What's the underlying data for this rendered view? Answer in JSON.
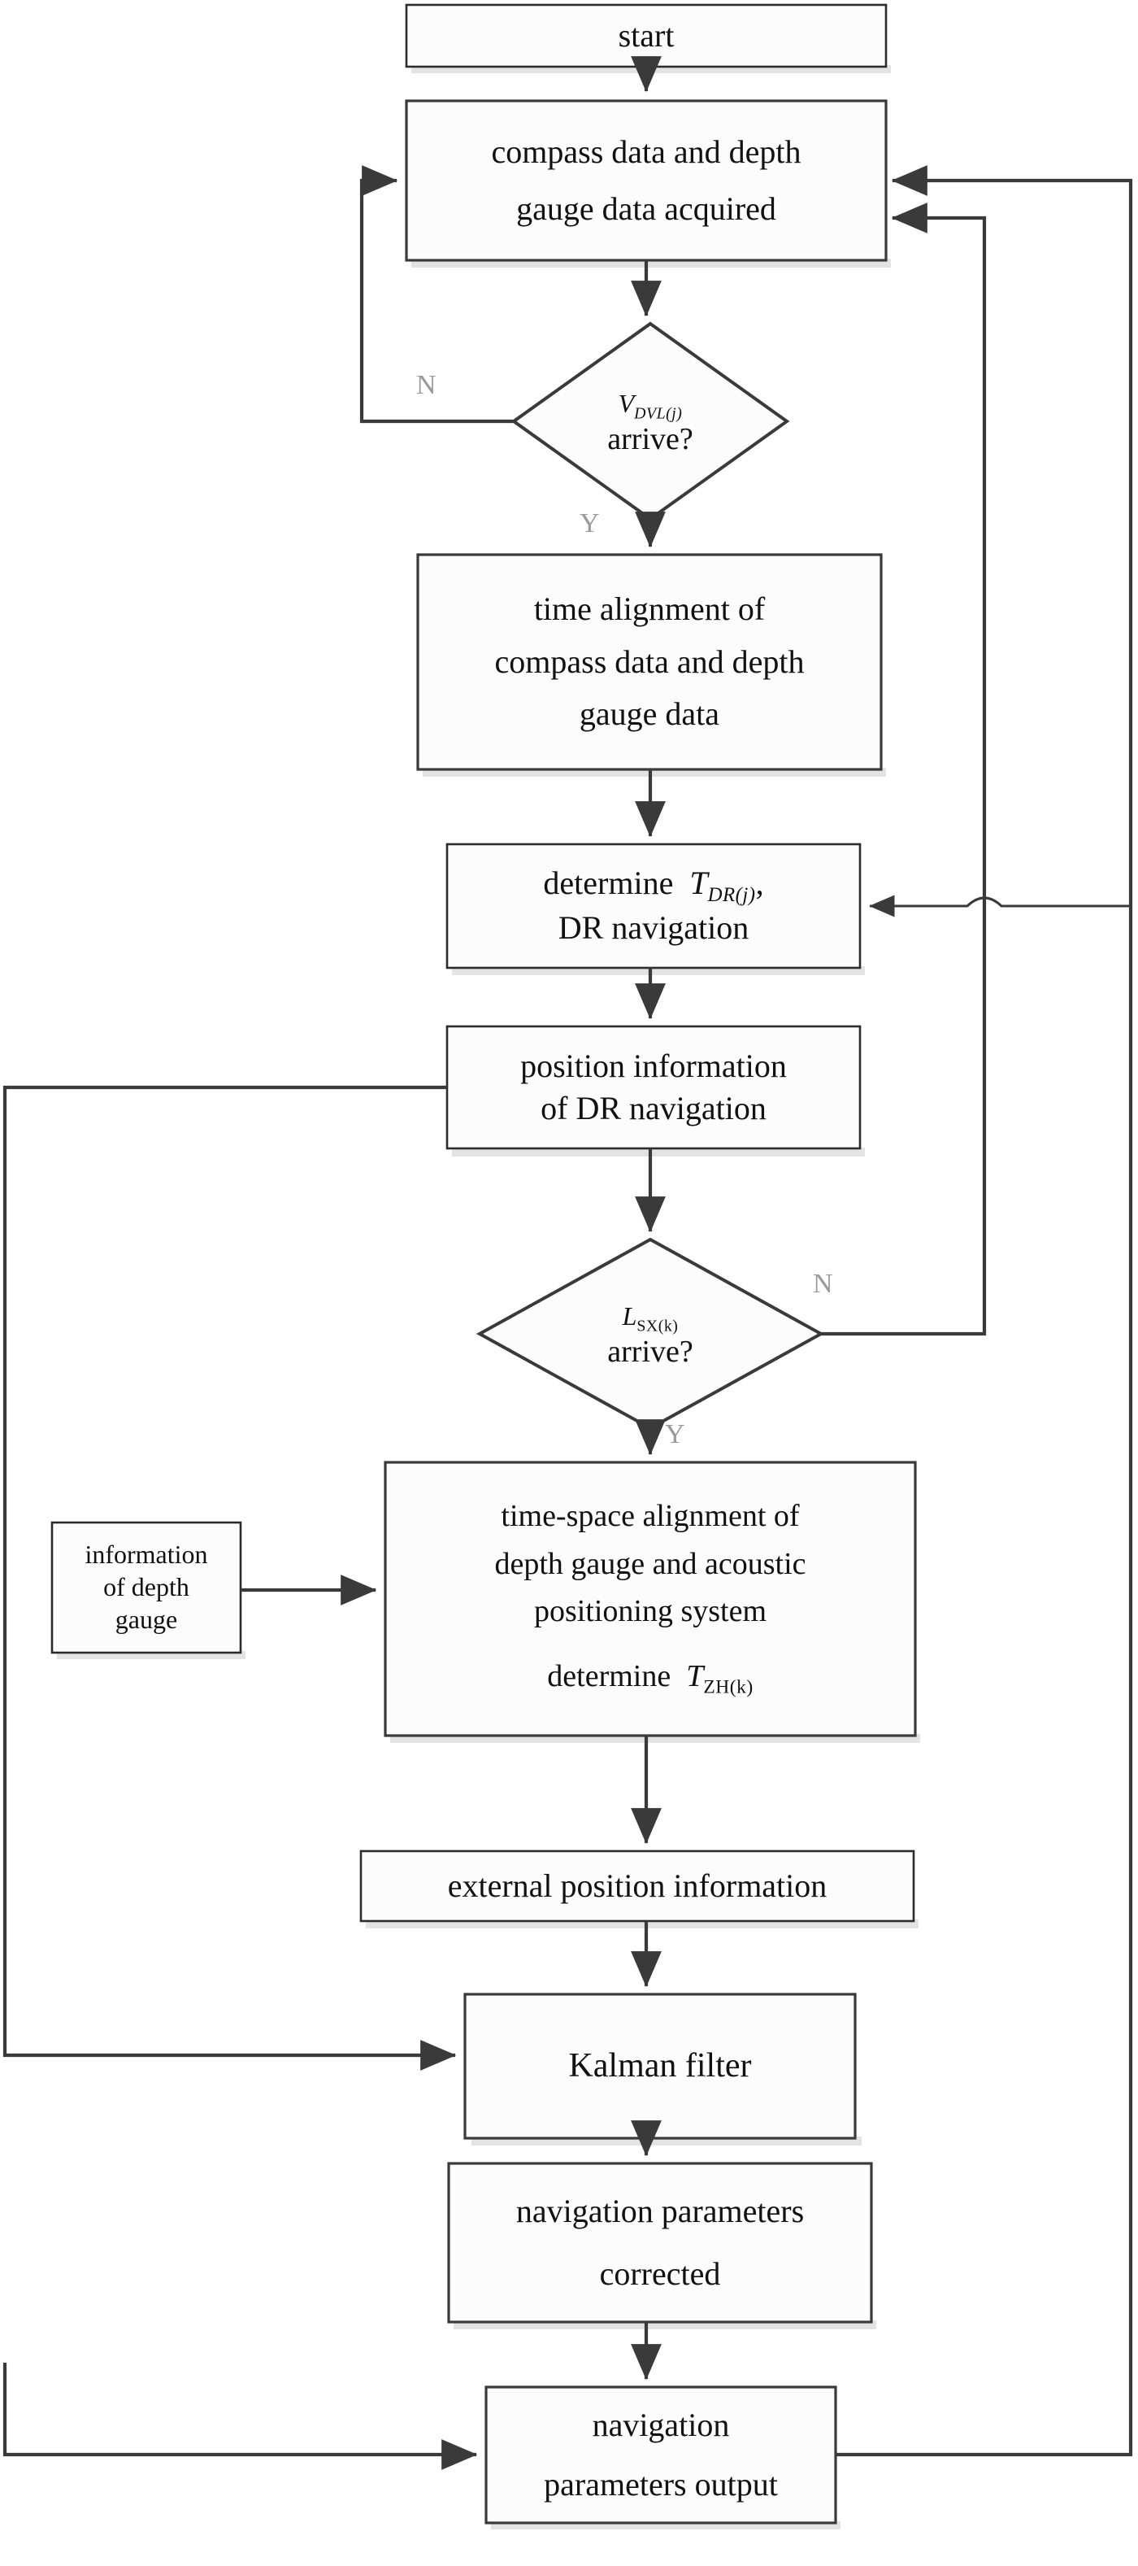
{
  "diagram": {
    "title": "AUV integrated navigation flowchart",
    "colors": {
      "stroke": "#3a3a3a",
      "fill": "#fcfcfc",
      "shadow": "#e3e3e3",
      "branch_label": "#9a9a9a",
      "text": "#111111"
    },
    "nodes": {
      "start": {
        "id": "start",
        "shape": "process",
        "lines": [
          "start"
        ]
      },
      "acquire": {
        "id": "acquire",
        "shape": "process",
        "lines": [
          "compass data and depth",
          "gauge data acquired"
        ]
      },
      "decision_dvl": {
        "id": "decision_dvl",
        "shape": "decision",
        "symbol": "V",
        "subscript": "DVL(j)",
        "lines": [
          "arrive?"
        ]
      },
      "time_align": {
        "id": "time_align",
        "shape": "process",
        "lines": [
          "time alignment of",
          "compass data and depth",
          "gauge data"
        ]
      },
      "determine_dr": {
        "id": "determine_dr",
        "shape": "process",
        "lines": [
          "determine",
          "DR navigation"
        ],
        "symbol": "T",
        "subscript": "DR(j)",
        "trailing": ","
      },
      "position_dr": {
        "id": "position_dr",
        "shape": "process",
        "lines": [
          "position information",
          "of DR navigation"
        ]
      },
      "decision_lsx": {
        "id": "decision_lsx",
        "shape": "decision",
        "symbol": "L",
        "subscript": "SX(k)",
        "lines": [
          "arrive?"
        ]
      },
      "depth_gauge_info": {
        "id": "depth_gauge_info",
        "shape": "process",
        "lines": [
          "information",
          "of depth",
          "gauge"
        ]
      },
      "ts_align": {
        "id": "ts_align",
        "shape": "process",
        "lines": [
          "time-space alignment of",
          "depth gauge and acoustic",
          "positioning system",
          "determine"
        ],
        "symbol": "T",
        "subscript": "ZH(k)"
      },
      "external_pos": {
        "id": "external_pos",
        "shape": "process",
        "lines": [
          "external position information"
        ]
      },
      "kalman": {
        "id": "kalman",
        "shape": "process",
        "lines": [
          "Kalman filter"
        ]
      },
      "nav_corrected": {
        "id": "nav_corrected",
        "shape": "process",
        "lines": [
          "navigation parameters",
          "corrected"
        ]
      },
      "nav_output": {
        "id": "nav_output",
        "shape": "process",
        "lines": [
          "navigation",
          "parameters output"
        ]
      }
    },
    "branch_labels": {
      "dvl_no": "N",
      "dvl_yes": "Y",
      "lsx_no": "N",
      "lsx_yes": "Y"
    },
    "edges": [
      {
        "from": "start",
        "to": "acquire",
        "label": ""
      },
      {
        "from": "acquire",
        "to": "decision_dvl",
        "label": ""
      },
      {
        "from": "decision_dvl",
        "to": "acquire",
        "label": "N"
      },
      {
        "from": "decision_dvl",
        "to": "time_align",
        "label": "Y"
      },
      {
        "from": "time_align",
        "to": "determine_dr",
        "label": ""
      },
      {
        "from": "determine_dr",
        "to": "position_dr",
        "label": ""
      },
      {
        "from": "position_dr",
        "to": "decision_lsx",
        "label": ""
      },
      {
        "from": "decision_lsx",
        "to": "acquire",
        "label": "N"
      },
      {
        "from": "decision_lsx",
        "to": "ts_align",
        "label": "Y"
      },
      {
        "from": "depth_gauge_info",
        "to": "ts_align",
        "label": ""
      },
      {
        "from": "ts_align",
        "to": "external_pos",
        "label": ""
      },
      {
        "from": "external_pos",
        "to": "kalman",
        "label": ""
      },
      {
        "from": "position_dr",
        "to": "kalman",
        "label": ""
      },
      {
        "from": "kalman",
        "to": "nav_corrected",
        "label": ""
      },
      {
        "from": "nav_corrected",
        "to": "nav_output",
        "label": ""
      },
      {
        "from": "nav_output",
        "to": "acquire",
        "label": ""
      },
      {
        "from": "nav_output",
        "to": "determine_dr",
        "label": ""
      }
    ]
  }
}
